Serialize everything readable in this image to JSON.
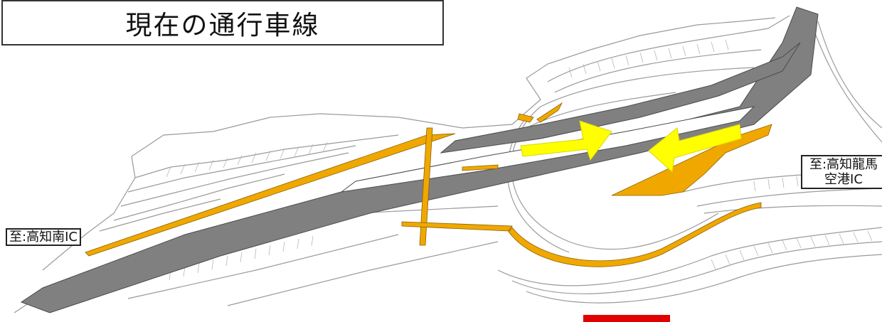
{
  "title": "現在の通行車線",
  "labels": {
    "left": "至:高知南IC",
    "right_line1": "至:高知龍馬",
    "right_line2": "空港IC"
  },
  "colors": {
    "lane": "#808080",
    "lane_outline": "#4a4a4a",
    "shoulder": "#f0a800",
    "arrow": "#ffff00",
    "scale_bar": "#e00000",
    "linework": "#8c8c8c"
  }
}
